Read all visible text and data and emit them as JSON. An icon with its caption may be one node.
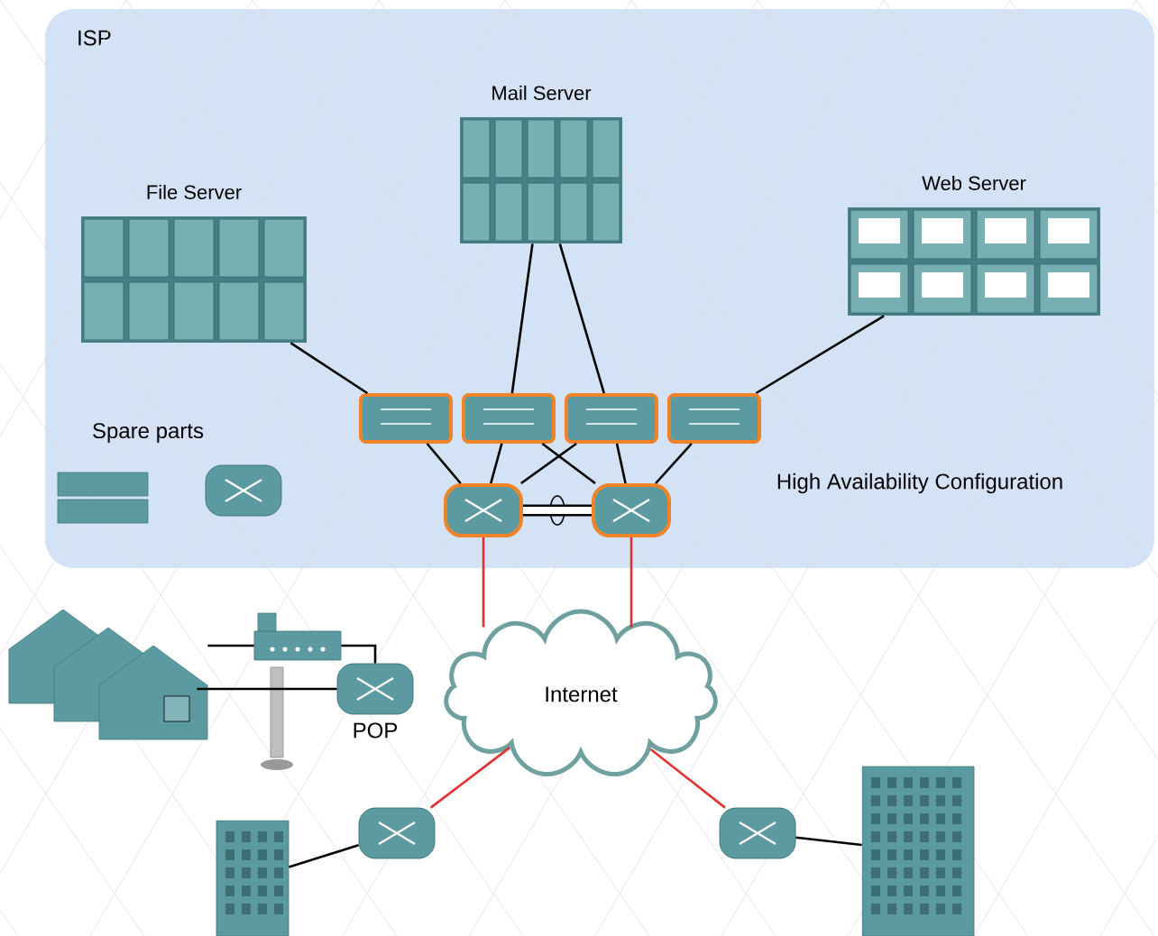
{
  "diagram": {
    "nodes": [
      {
        "text": [
          "ISP"
        ]
      },
      {
        "text": [
          "Mail Server"
        ],
        "in": 0
      },
      {
        "text": [
          "File Server"
        ],
        "in": 0
      },
      {
        "text": [
          "Web Server"
        ],
        "in": 0
      },
      {
        "text": [],
        "shape": "picture",
        "in": 0
      },
      {
        "text": [],
        "shape": "picture",
        "in": 0
      },
      {
        "text": [],
        "shape": "picture",
        "in": 0
      },
      {
        "text": [],
        "shape": "picture",
        "in": 0
      },
      {
        "text": [],
        "shape": "picture",
        "in": 0
      },
      {
        "text": [],
        "shape": "picture",
        "in": 0
      },
      {
        "text": [],
        "shape": "picture"
      },
      {
        "text": [],
        "shape": "picture"
      },
      {
        "text": [],
        "shape": "picture",
        "beside": [
          "POP"
        ]
      },
      {
        "text": [
          "Internet"
        ]
      },
      {
        "text": [],
        "shape": "picture"
      },
      {
        "text": [],
        "shape": "picture"
      },
      {
        "text": [],
        "shape": "picture"
      },
      {
        "text": [],
        "shape": "picture"
      }
    ],
    "edges": [
      {
        "from": 2,
        "to": 4,
        "arrow": "none"
      },
      {
        "from": 1,
        "to": 5,
        "arrow": "none"
      },
      {
        "from": 1,
        "to": 6,
        "arrow": "none"
      },
      {
        "from": 3,
        "to": 7,
        "arrow": "none"
      },
      {
        "from": 4,
        "to": 8,
        "arrow": "none"
      },
      {
        "from": 5,
        "to": 8,
        "arrow": "none"
      },
      {
        "from": 5,
        "to": 9,
        "arrow": "none"
      },
      {
        "from": 6,
        "to": 8,
        "arrow": "none"
      },
      {
        "from": 6,
        "to": 9,
        "arrow": "none"
      },
      {
        "from": 7,
        "to": 9,
        "arrow": "none"
      },
      {
        "from": 8,
        "to": 9,
        "arrow": "none",
        "style": "thick"
      },
      {
        "from": 8,
        "to": 13,
        "arrow": "none",
        "color": "#e03030"
      },
      {
        "from": 9,
        "to": 13,
        "arrow": "none",
        "color": "#e03030"
      },
      {
        "from": 10,
        "to": 11,
        "arrow": "none"
      },
      {
        "from": 11,
        "to": 12,
        "arrow": "none"
      },
      {
        "from": 10,
        "to": 12,
        "arrow": "none"
      },
      {
        "from": 13,
        "to": 14,
        "arrow": "none",
        "color": "#e03030"
      },
      {
        "from": 14,
        "to": 15,
        "arrow": "none"
      },
      {
        "from": 13,
        "to": 16,
        "arrow": "none",
        "color": "#e03030"
      },
      {
        "from": 16,
        "to": 17,
        "arrow": "none"
      }
    ],
    "labels": [
      "Spare parts",
      "High Availability Configuration"
    ]
  }
}
